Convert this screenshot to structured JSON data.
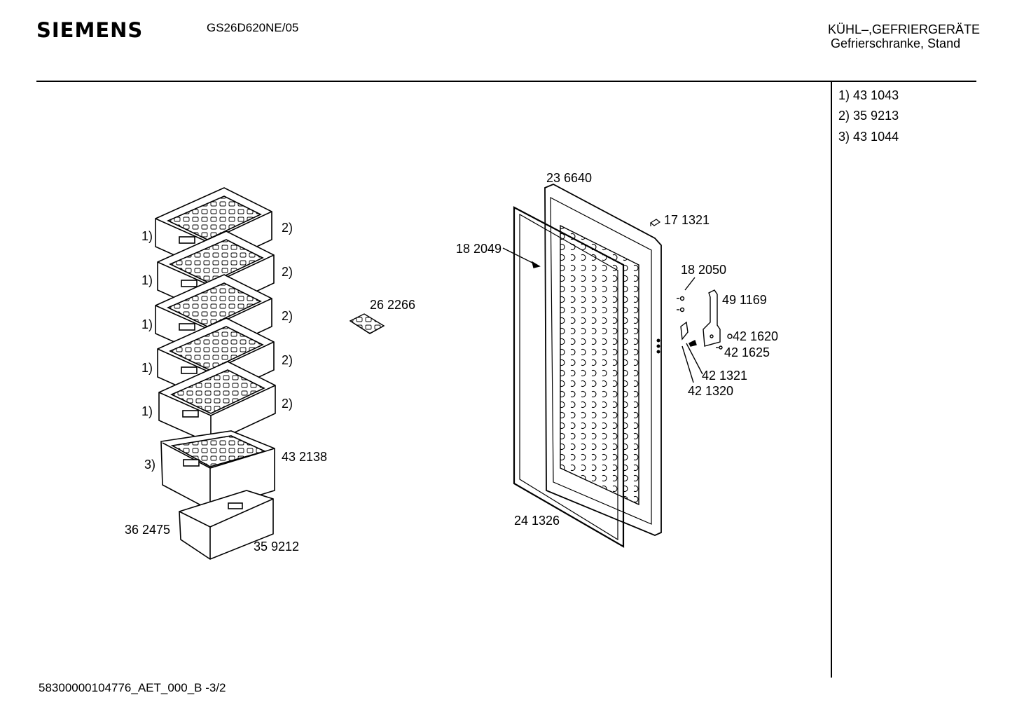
{
  "header": {
    "brand": "SIEMENS",
    "model": "GS26D620NE/05",
    "category_line1": "KÜHL–,GEFRIERGERÄTE",
    "category_line2": "Gefrierschranke, Stand"
  },
  "notes": [
    {
      "key": "1)",
      "part": "43 1043"
    },
    {
      "key": "2)",
      "part": "35 9213"
    },
    {
      "key": "3)",
      "part": "43 1044"
    }
  ],
  "labels": {
    "drawer_ref_1": "1)",
    "drawer_ref_2": "2)",
    "drawer_ref_3": "3)",
    "p262266": "26 2266",
    "p432138": "43 2138",
    "p362475": "36 2475",
    "p359212": "35 9212",
    "p236640": "23 6640",
    "p171321": "17 1321",
    "p182049": "18 2049",
    "p182050": "18 2050",
    "p491169": "49 1169",
    "p421620": "42 1620",
    "p421625": "42 1625",
    "p421321": "42 1321",
    "p421320": "42 1320",
    "p241326": "24 1326"
  },
  "footer": {
    "doc_id": "58300000104776_AET_000_B -3/2"
  }
}
